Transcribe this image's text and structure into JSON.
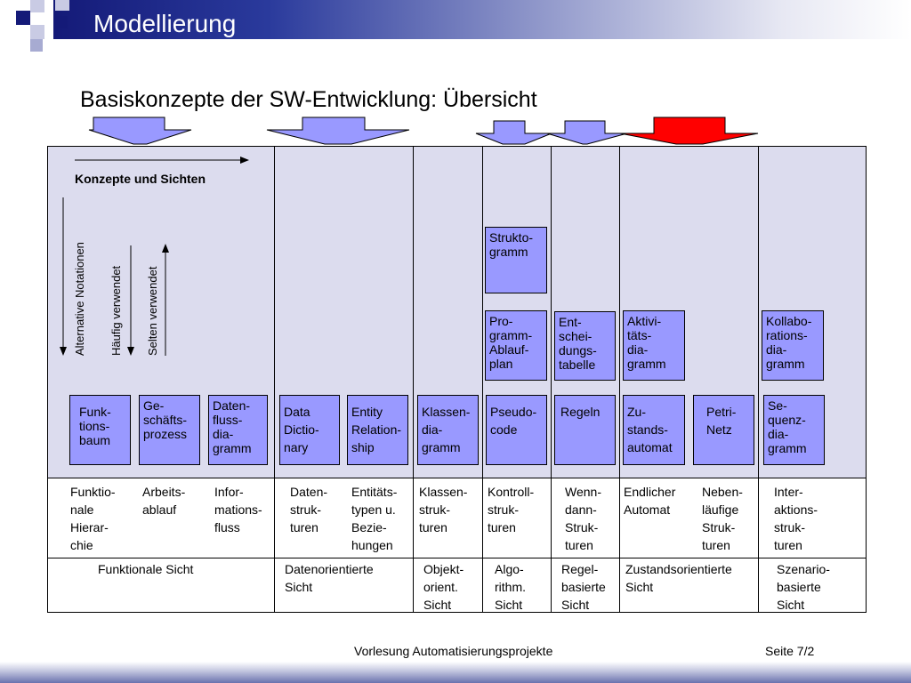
{
  "header": {
    "title": "Modellierung"
  },
  "subtitle": "Basiskonzepte der SW-Entwicklung: Übersicht",
  "colors": {
    "box_fill": "#9999ff",
    "frame_fill": "#dcdcee",
    "arrow_blue": "#9999ff",
    "arrow_red": "#ff0000",
    "header_dark": "#141a78"
  },
  "legend": {
    "konzepte": "Konzepte und Sichten",
    "alternative": "Alternative Notationen",
    "haeufig": "Häufig verwendet",
    "selten": "Selten verwendet"
  },
  "boxes": {
    "struktogramm": "Strukto-\ngramm",
    "pap": "Pro-\ngramm-\nAblauf-\nplan",
    "et": "Ent-\nschei-\ndungs-\ntabelle",
    "aktivitaet": "Aktivi-\ntäts-\ndia-\ngramm",
    "kollaboration": "Kollabo-\nrations-\ndia-\ngramm",
    "funktionsbaum": "Funk-\ntions-\nbaum",
    "geschaeftsprozess": "Ge-\nschäfts-\nprozess",
    "datenfluss": "Daten-\nfluss-\ndia-\ngramm",
    "datadictionary": "Data\nDictio-\nnary",
    "er": "Entity\nRelation-\nship",
    "klassendiagramm": "Klassen-\ndia-\ngramm",
    "pseudocode": "Pseudo-\ncode",
    "regeln": "Regeln",
    "zustandsautomat": "Zu-\nstands-\nautomat",
    "petrinetz": "Petri-\nNetz",
    "sequenz": "Se-\nquenz-\ndia-\ngramm"
  },
  "structures": {
    "funktionale_hierarchie": "Funktio-\nnale\nHierar-\nchie",
    "arbeitsablauf": "Arbeits-\nablauf",
    "informationsfluss": "Infor-\nmations-\nfluss",
    "datenstrukturen": "Daten-\nstruk-\nturen",
    "entitaetstypen": "Entitäts-\ntypen u.\nBezie-\nhungen",
    "klassenstrukturen": "Klassen-\nstruk-\nturen",
    "kontrollstrukturen": "Kontroll-\nstruk-\nturen",
    "wenndann": "Wenn-\ndann-\nStruk-\nturen",
    "endlicher_automat": "Endlicher\nAutomat",
    "nebenlaeufig": "Neben-\nläufige\nStruk-\nturen",
    "interaktion": "Inter-\naktions-\nstruk-\nturen"
  },
  "views": {
    "funktional": "Funktionale Sicht",
    "datenorientiert": "Datenorientierte\nSicht",
    "objektorientiert": "Objekt-\norient.\nSicht",
    "algorithmisch": "Algo-\nrithm.\nSicht",
    "regelbasiert": "Regel-\nbasierte\nSicht",
    "zustandsorientiert": "Zustandsorientierte\nSicht",
    "szenario": "Szenario-\nbasierte\nSicht"
  },
  "footer": {
    "lecture": "Vorlesung Automatisierungsprojekte",
    "page": "Seite 7/2"
  }
}
